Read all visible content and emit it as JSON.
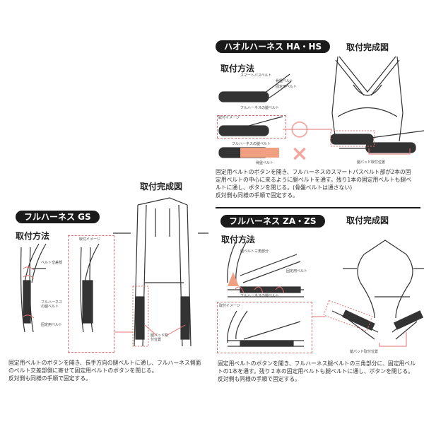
{
  "sections": {
    "ha": {
      "title": "ハオルハーネス HA・HS",
      "method": "取付方法",
      "complete": "取付完成図",
      "labels": {
        "smart": "スマートパスベルト",
        "pelvis": "骨盤ベルト",
        "fixing": "固定用ベルト",
        "leg": "フルハーネスの腿ベルト",
        "image": "取付イメージ",
        "leg2": "フルハーネスの腿ベルト",
        "pelvis2": "骨盤ベルト",
        "pad": "腿パッド取付位置"
      },
      "ok": "○",
      "ng": "×",
      "text": [
        "固定用ベルトのボタンを開き、フルハーネスのスマートパスベルト部が2本の固",
        "定用ベルトの中心に来るように腿ベルトを通す。残り1本の固定用ベルトも腿ベ",
        "ルトに通し、ボタンを閉じる。(骨盤ベルトは通さない)",
        "反対側も同様の手順で固定する。"
      ]
    },
    "gs": {
      "title": "フルハーネス GS",
      "method": "取付方法",
      "complete": "取付完成図",
      "labels": {
        "cross": "ベルト交差部",
        "leg": "フルハーネスの腿ベルト",
        "fixing": "固定用ベルト",
        "image": "取付イメージ",
        "pad": "腿パッド取付位置"
      },
      "text": [
        "固定用ベルトのボタンを開き、長手方向の腿ベルトに通し、フルハーネス側面",
        "のベルト交差部側に寄せて固定用ベルトのボタンを閉じる。",
        "反対側も同様の手順で固定する。"
      ]
    },
    "za": {
      "title": "フルハーネス ZA・ZS",
      "method": "取付方法",
      "complete": "取付完成図",
      "labels": {
        "triangle": "腿ベルト三角部分",
        "fixing": "固定用ベルト",
        "leg": "フルハーネスの腿ベルト",
        "image": "取付イメージ",
        "pad": "腿パッド取付位置"
      },
      "text": [
        "固定用ベルトのボタンを開き、フルハーネス腿ベルトの三角部分に、固定用ベル",
        "トの1本を通す。残り２本の固定用ベルトも腿ベルトに通し、ボタンを閉じる。",
        "反対側も同様の手順で固定する。"
      ]
    }
  },
  "colors": {
    "accent": "#e07070",
    "dark": "#1a1a1a"
  }
}
